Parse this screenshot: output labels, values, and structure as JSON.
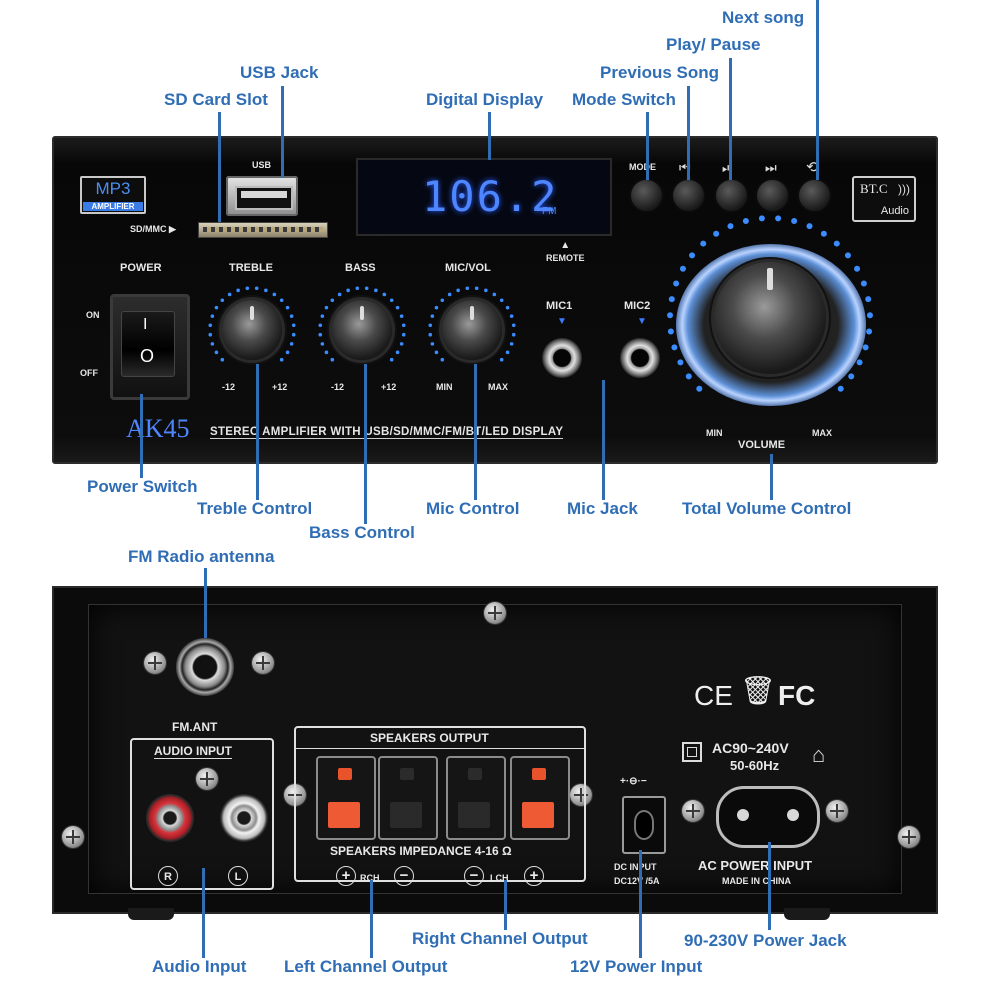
{
  "callouts": {
    "next_song": "Next song",
    "play_pause": "Play/ Pause",
    "previous_song": "Previous Song",
    "mode_switch": "Mode Switch",
    "usb_jack": "USB Jack",
    "sd_card_slot": "SD Card Slot",
    "digital_display": "Digital Display",
    "power_switch": "Power Switch",
    "treble_control": "Treble Control",
    "bass_control": "Bass Control",
    "mic_control": "Mic Control",
    "mic_jack": "Mic Jack",
    "total_volume_control": "Total Volume Control",
    "fm_radio_antenna": "FM Radio antenna",
    "audio_input": "Audio Input",
    "left_channel_output": "Left Channel Output",
    "right_channel_output": "Right Channel Output",
    "power_input_12v": "12V Power Input",
    "power_jack_90_230v": "90-230V Power Jack"
  },
  "front_panel": {
    "badge_mp3": "MP3",
    "badge_amplifier": "AMPLIFIER",
    "usb_label": "USB",
    "sd_label": "SD/MMC ▶",
    "display_value": "106.2",
    "display_band": "FM",
    "remote_label": "▲\nREMOTE",
    "mode_label": "MODE",
    "bt_badge_line1": "BT.C",
    "bt_badge_line2": "Audio",
    "power_label": "POWER",
    "on_label": "ON",
    "off_label": "OFF",
    "switch_on_mark": "I",
    "switch_off_mark": "O",
    "treble_label": "TREBLE",
    "bass_label": "BASS",
    "micvol_label": "MIC/VOL",
    "treble_min": "-12",
    "treble_max": "+12",
    "bass_min": "-12",
    "bass_max": "+12",
    "micvol_min": "MIN",
    "micvol_max": "MAX",
    "mic1_label": "MIC1",
    "mic2_label": "MIC2",
    "volume_label": "VOLUME",
    "volume_min": "MIN",
    "volume_max": "MAX",
    "model": "AK45",
    "tagline": "STEREO AMPLIFIER WITH USB/SD/MMC/FM/BT/LED DISPLAY"
  },
  "back_panel": {
    "fm_ant_label": "FM.ANT",
    "audio_input_label": "AUDIO INPUT",
    "r_label": "R",
    "l_label": "L",
    "speakers_output_label": "SPEAKERS OUTPUT",
    "impedance_label": "SPEAKERS IMPEDANCE 4-16 Ω",
    "rch_label": "RCH",
    "lch_label": "LCH",
    "plus_sign": "+",
    "minus_sign": "−",
    "dc_input_line1": "DC INPUT",
    "dc_input_line2": "DC12V /5A",
    "dc_polarity": "+·⊖·−",
    "cert_ce": "CE",
    "cert_fc": "FC",
    "ac_range": "AC90~240V",
    "ac_freq": "50-60Hz",
    "ac_power_input": "AC POWER INPUT",
    "made_in": "MADE IN CHINA"
  },
  "colors": {
    "callout_blue": "#2f6db5",
    "panel_black": "#0d0d0d",
    "display_blue": "#3a7bff",
    "terminal_red": "#e8532c"
  }
}
